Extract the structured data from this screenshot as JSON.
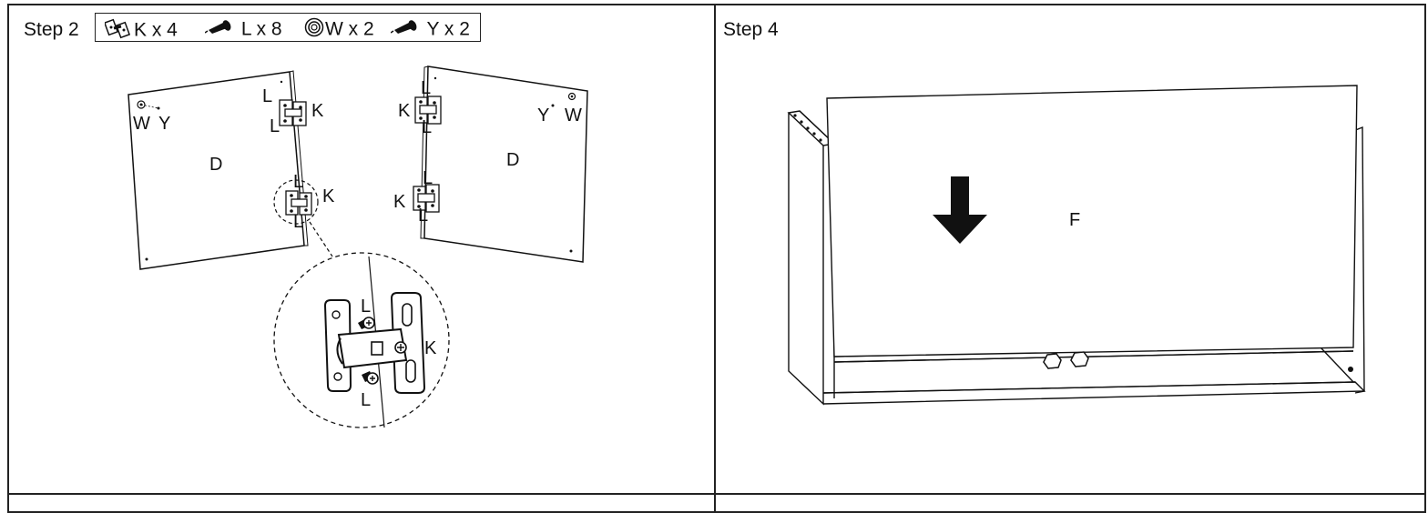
{
  "step2": {
    "title": "Step 2",
    "parts": [
      {
        "icon": "hinge-icon",
        "label": "K x 4"
      },
      {
        "icon": "screw-icon",
        "label": "L x 8"
      },
      {
        "icon": "washer-icon",
        "label": "W x 2"
      },
      {
        "icon": "screw-icon",
        "label": "Y x 2"
      }
    ],
    "panel_left_label": "D",
    "panel_right_label": "D",
    "label_L": "L",
    "label_K": "K",
    "label_W": "W",
    "label_Y": "Y"
  },
  "step4": {
    "title": "Step 4",
    "panel_label": "F"
  }
}
